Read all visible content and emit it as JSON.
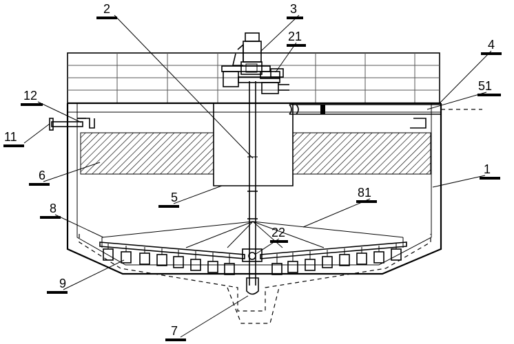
{
  "labels": {
    "l1": "1",
    "l2": "2",
    "l3": "3",
    "l4": "4",
    "l5": "5",
    "l6": "6",
    "l7": "7",
    "l8": "8",
    "l9": "9",
    "l11": "11",
    "l12": "12",
    "l21": "21",
    "l22": "22",
    "l51": "51",
    "l81": "81"
  }
}
